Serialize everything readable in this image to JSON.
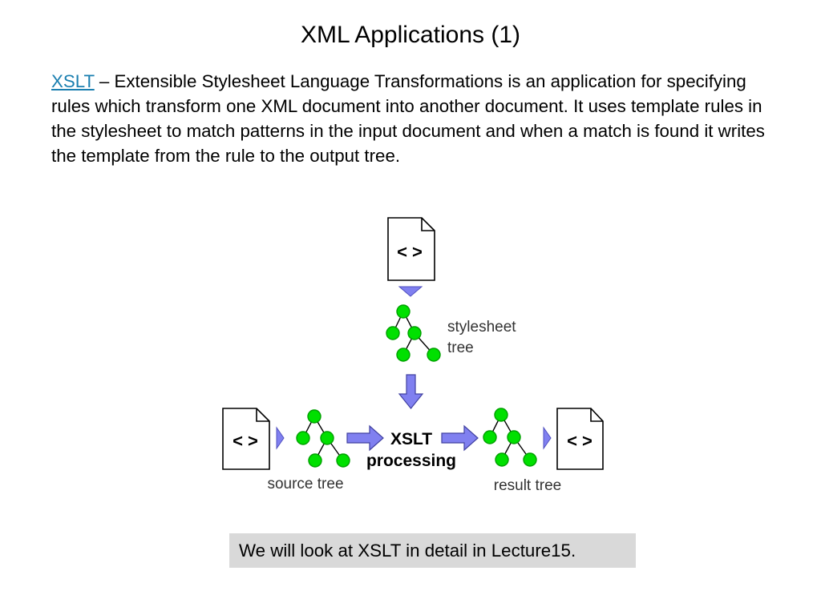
{
  "slide": {
    "title": "XML Applications (1)",
    "paragraph": {
      "link_text": "XSLT",
      "text": " – Extensible Stylesheet Language Transformations is an application for specifying rules which transform one XML document into another document. It uses template rules in the stylesheet to match patterns in the input document and when a match is found it writes the template from the rule to the output tree."
    },
    "note": "We will look at XSLT in detail in Lecture15."
  },
  "diagram": {
    "stylesheet_doc_symbol": "< >",
    "source_doc_symbol": "< >",
    "result_doc_symbol": "< >",
    "stylesheet_tree_label_line1": "stylesheet",
    "stylesheet_tree_label_line2": "tree",
    "source_tree_label": "source tree",
    "result_tree_label": "result tree",
    "processor_label_line1": "XSLT",
    "processor_label_line2": "processing"
  },
  "colors": {
    "link": "#1a7fb0",
    "tree_node": "#00e000",
    "arrow": "#8080f0",
    "note_background": "#d9d9d9"
  }
}
